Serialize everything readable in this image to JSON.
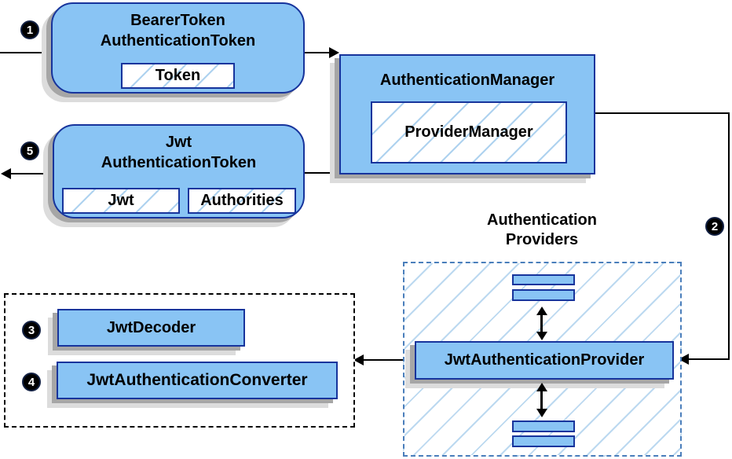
{
  "nodes": {
    "bearer": {
      "line1": "BearerToken",
      "line2": "AuthenticationToken",
      "field": "Token"
    },
    "manager": {
      "title": "AuthenticationManager",
      "field": "ProviderManager"
    },
    "jwt_token": {
      "line1": "Jwt",
      "line2": "AuthenticationToken",
      "field_jwt": "Jwt",
      "field_auth": "Authorities"
    },
    "decoder": {
      "label": "JwtDecoder"
    },
    "converter": {
      "label": "JwtAuthenticationConverter"
    },
    "provider": {
      "label": "JwtAuthenticationProvider"
    },
    "providers_group": {
      "line1": "Authentication",
      "line2": "Providers"
    }
  },
  "steps": {
    "s1": "1",
    "s2": "2",
    "s3": "3",
    "s4": "4",
    "s5": "5"
  },
  "colors": {
    "node_fill": "#89c4f4",
    "node_border": "#17349c",
    "hatch_line": "#aed2ef",
    "group_hatch_line": "#bcd9f0",
    "blue_dashed_border": "#4a7ebb",
    "black_dashed_border": "#000000",
    "shadow_dark": "#a6a6a6",
    "shadow_light": "#dcdcdc",
    "flow_line": "#000000",
    "badge_bg": "#000000",
    "badge_text": "#ffffff"
  }
}
